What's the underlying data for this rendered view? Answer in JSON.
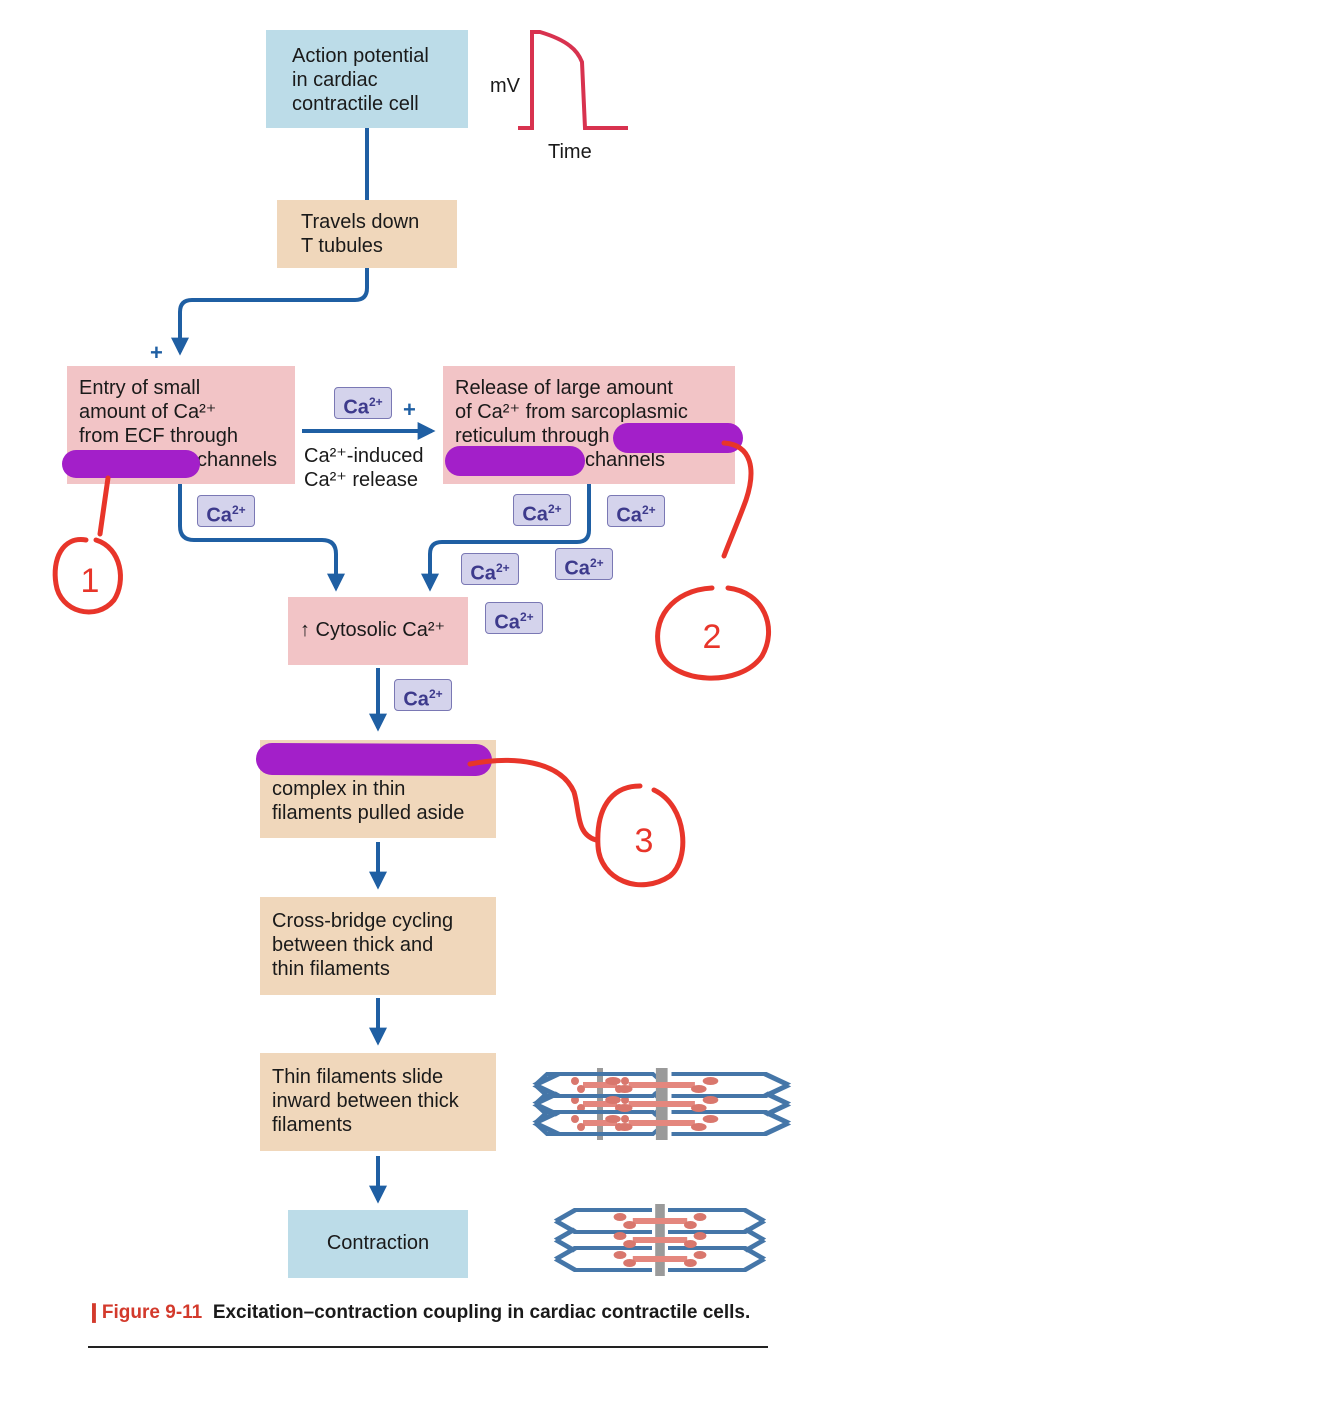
{
  "boxes": {
    "action_potential": [
      "Action potential",
      "in cardiac",
      "contractile cell"
    ],
    "t_tubules": [
      "Travels down",
      "T tubules"
    ],
    "entry": [
      "Entry of small",
      "amount of Ca²⁺",
      "from ECF through",
      "channels"
    ],
    "release": [
      "Release of large amount",
      "of Ca²⁺ from sarcoplasmic",
      "reticulum through",
      "channels"
    ],
    "cytosolic": "↑ Cytosolic Ca²⁺",
    "troponin": [
      "complex in thin",
      "filaments pulled aside"
    ],
    "cross_bridge": [
      "Cross-bridge cycling",
      "between thick and",
      "thin filaments"
    ],
    "thin_slide": [
      "Thin filaments slide",
      "inward between thick",
      "filaments"
    ],
    "contraction": "Contraction"
  },
  "ap_graph": {
    "y_label": "mV",
    "x_label": "Time"
  },
  "induced_label": [
    "Ca²⁺-induced",
    "Ca²⁺ release"
  ],
  "ca_badge": "Ca",
  "ca_badge_sup": "2+",
  "plus_sign": "+",
  "annotations": [
    "1",
    "2",
    "3"
  ],
  "caption": {
    "figure": "Figure 9-11",
    "text": "Excitation–contraction coupling in cardiac contractile cells."
  },
  "colors": {
    "arrow": "#1f5fa3",
    "highlighter": "#a31fc9",
    "annotation": "#e8352a",
    "ap_trace": "#d8324f"
  }
}
